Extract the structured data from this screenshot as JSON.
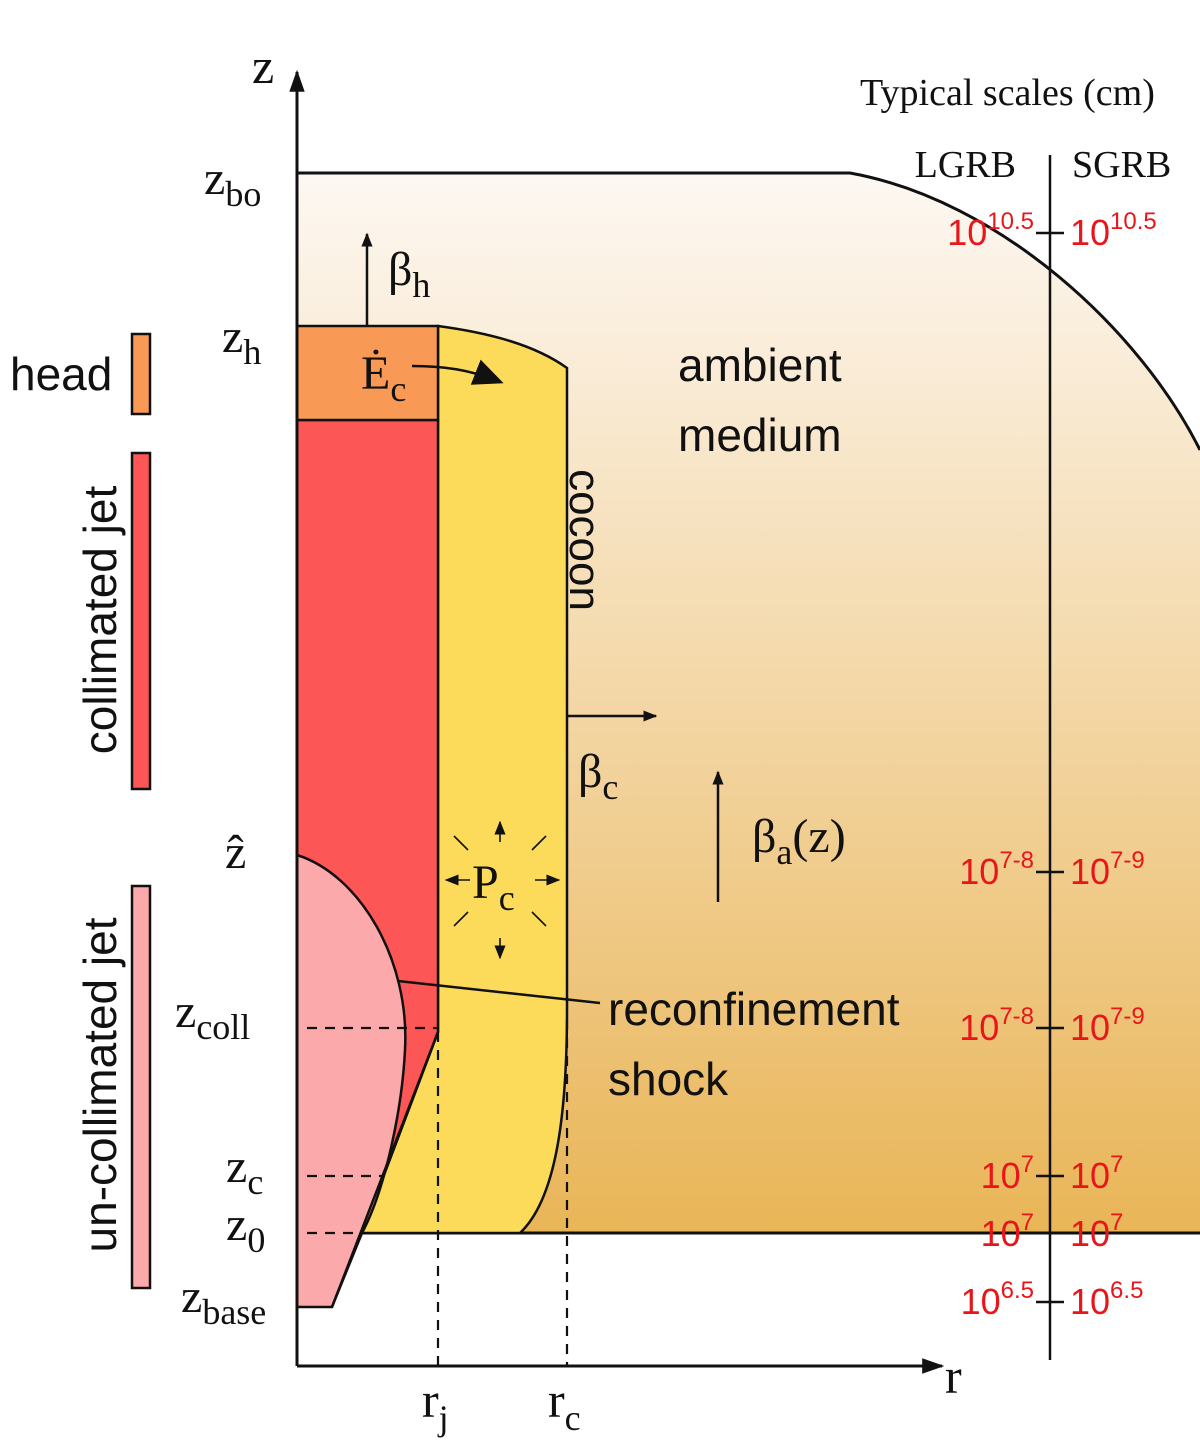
{
  "colors": {
    "ambient_top": "#fdf8f3",
    "ambient_bottom": "#e9b557",
    "head": "#f89a55",
    "collimated_jet": "#fd5657",
    "uncollimated_jet": "#fca9ab",
    "cocoon": "#fcdb5b",
    "scale_text": "#e8161b",
    "line": "#111111"
  },
  "axes": {
    "z": "z",
    "r": "r"
  },
  "z_labels": {
    "z_bo": {
      "main": "z",
      "sub": "bo"
    },
    "z_h": {
      "main": "z",
      "sub": "h"
    },
    "z_hat": {
      "main": "ẑ"
    },
    "z_coll": {
      "main": "z",
      "sub": "coll"
    },
    "z_c": {
      "main": "z",
      "sub": "c"
    },
    "z_0": {
      "main": "z",
      "sub": "0"
    },
    "z_base": {
      "main": "z",
      "sub": "base"
    }
  },
  "r_labels": {
    "r_j": {
      "main": "r",
      "sub": "j"
    },
    "r_c": {
      "main": "r",
      "sub": "c"
    }
  },
  "region_legend": {
    "head": "head",
    "collimated": "collimated jet",
    "uncollimated": "un-collimated jet"
  },
  "quantities": {
    "beta_h": {
      "main": "β",
      "sub": "h"
    },
    "E_c": {
      "main": "Ė",
      "sub": "c"
    },
    "beta_c": {
      "main": "β",
      "sub": "c"
    },
    "beta_a": {
      "main": "β",
      "sub": "a",
      "suffix": "(z)"
    },
    "P_c": {
      "main": "P",
      "sub": "c"
    }
  },
  "region_text": {
    "ambient_line1": "ambient",
    "ambient_line2": "medium",
    "cocoon": "cocoon",
    "reconf_line1": "reconfinement",
    "reconf_line2": "shock"
  },
  "scales": {
    "title": "Typical scales (cm)",
    "lgrb_header": "LGRB",
    "sgrb_header": "SGRB",
    "rows": [
      {
        "level": "z_bo",
        "lgrb_base": "10",
        "lgrb_exp": "10.5",
        "sgrb_base": "10",
        "sgrb_exp": "10.5"
      },
      {
        "level": "z_hat",
        "lgrb_base": "10",
        "lgrb_exp": "7-8",
        "sgrb_base": "10",
        "sgrb_exp": "7-9"
      },
      {
        "level": "z_coll",
        "lgrb_base": "10",
        "lgrb_exp": "7-8",
        "sgrb_base": "10",
        "sgrb_exp": "7-9"
      },
      {
        "level": "z_c",
        "lgrb_base": "10",
        "lgrb_exp": "7",
        "sgrb_base": "10",
        "sgrb_exp": "7"
      },
      {
        "level": "z_0",
        "lgrb_base": "10",
        "lgrb_exp": "7",
        "sgrb_base": "10",
        "sgrb_exp": "7"
      },
      {
        "level": "z_base",
        "lgrb_base": "10",
        "lgrb_exp": "6.5",
        "sgrb_base": "10",
        "sgrb_exp": "6.5"
      }
    ]
  }
}
